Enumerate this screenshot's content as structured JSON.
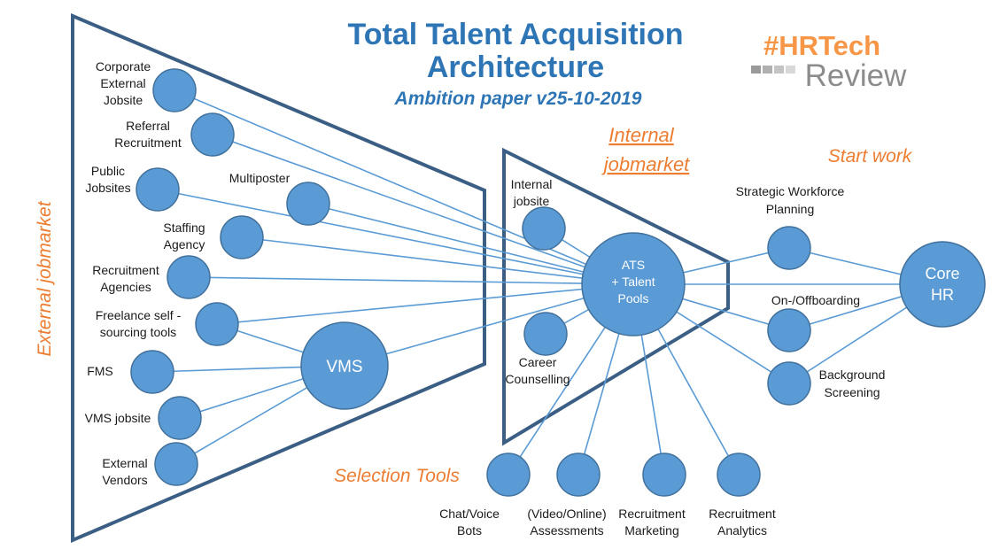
{
  "title": {
    "line1": "Total Talent Acquisition",
    "line2": "Architecture",
    "subtitle": "Ambition paper v25-10-2019"
  },
  "logo": {
    "hashtag": "#HRTech",
    "review": "Review"
  },
  "sections": {
    "external": "External jobmarket",
    "internal_line1": "Internal",
    "internal_line2": "jobmarket",
    "start_work": "Start work",
    "selection_tools": "Selection Tools"
  },
  "external_sources": [
    {
      "key": "corporate",
      "lines": [
        "Corporate",
        "External",
        "Jobsite"
      ]
    },
    {
      "key": "referral",
      "lines": [
        "Referral",
        "Recruitment"
      ]
    },
    {
      "key": "public",
      "lines": [
        "Public",
        "Jobsites"
      ]
    },
    {
      "key": "multiposter",
      "lines": [
        "Multiposter"
      ]
    },
    {
      "key": "staffing",
      "lines": [
        "Staffing",
        "Agency"
      ]
    },
    {
      "key": "recruitment-agencies",
      "lines": [
        "Recruitment",
        "Agencies"
      ]
    },
    {
      "key": "freelance",
      "lines": [
        "Freelance self -",
        "sourcing tools"
      ]
    },
    {
      "key": "fms",
      "lines": [
        "FMS"
      ]
    },
    {
      "key": "vms-jobsite",
      "lines": [
        "VMS jobsite"
      ]
    },
    {
      "key": "external-vendors",
      "lines": [
        "External",
        "Vendors"
      ]
    }
  ],
  "vms": {
    "label": "VMS"
  },
  "internal_sources": [
    {
      "key": "internal-jobsite",
      "lines": [
        "Internal",
        "jobsite"
      ]
    },
    {
      "key": "career-counselling",
      "lines": [
        "Career",
        "Counselling"
      ]
    }
  ],
  "ats": {
    "lines": [
      "ATS",
      "+ Talent",
      "Pools"
    ]
  },
  "start_work_items": [
    {
      "key": "strategic",
      "lines": [
        "Strategic Workforce",
        "Planning"
      ]
    },
    {
      "key": "onoff",
      "lines": [
        "On-/Offboarding"
      ]
    },
    {
      "key": "background",
      "lines": [
        "Background",
        "Screening"
      ]
    }
  ],
  "core_hr": {
    "lines": [
      "Core",
      "HR"
    ]
  },
  "selection_items": [
    {
      "key": "chat",
      "lines": [
        "Chat/Voice",
        "Bots"
      ]
    },
    {
      "key": "assessments",
      "lines": [
        "(Video/Online)",
        "Assessments"
      ]
    },
    {
      "key": "marketing",
      "lines": [
        "Recruitment",
        "Marketing"
      ]
    },
    {
      "key": "analytics",
      "lines": [
        "Recruitment",
        "Analytics"
      ]
    }
  ]
}
